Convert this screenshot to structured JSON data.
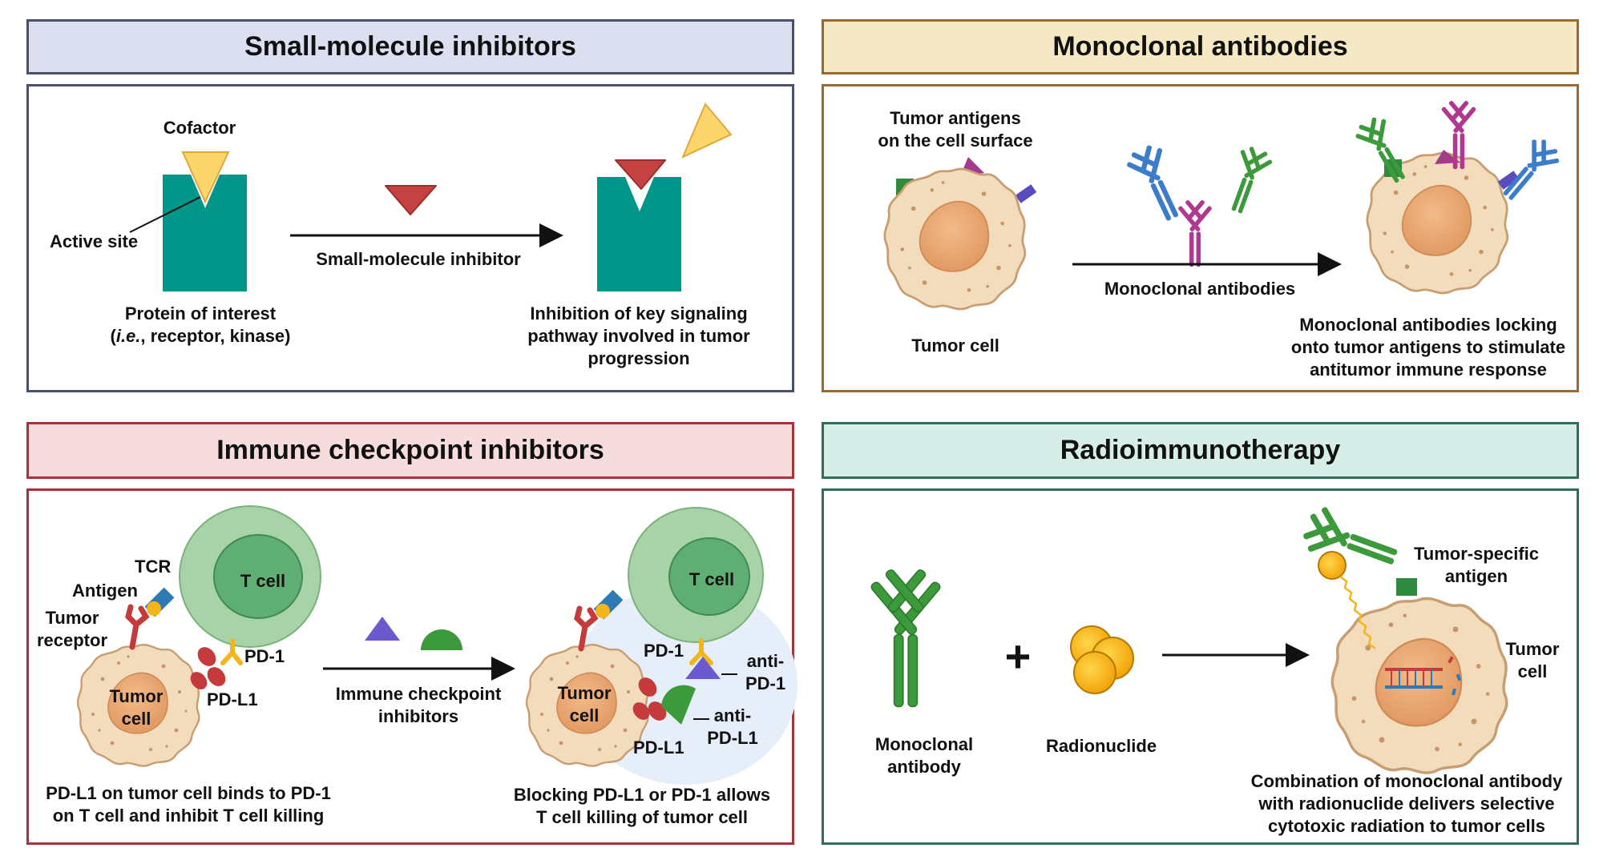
{
  "panels": {
    "small_molecule": {
      "title": "Small-molecule inhibitors",
      "cofactor": "Cofactor",
      "active_site": "Active site",
      "arrow_label": "Small-molecule inhibitor",
      "protein_line1": "Protein of interest",
      "protein_line2_italic": "i.e.",
      "protein_line2_rest": ", receptor, kinase)",
      "protein_line2_open": "(",
      "result_lines": [
        "Inhibition of key signaling",
        "pathway involved in tumor",
        "progression"
      ]
    },
    "monoclonal": {
      "title": "Monoclonal antibodies",
      "antigens_lines": [
        "Tumor antigens",
        "on the cell surface"
      ],
      "tumor_cell": "Tumor cell",
      "arrow_label": "Monoclonal antibodies",
      "result_lines": [
        "Monoclonal antibodies locking",
        "onto tumor antigens to stimulate",
        "antitumor immune response"
      ]
    },
    "checkpoint": {
      "title": "Immune checkpoint inhibitors",
      "tcr": "TCR",
      "antigen": "Antigen",
      "tumor_receptor_lines": [
        "Tumor",
        "receptor"
      ],
      "t_cell": "T cell",
      "tumor_cell_lines": [
        "Tumor",
        "cell"
      ],
      "pd1": "PD-1",
      "pdl1": "PD-L1",
      "arrow_label_lines": [
        "Immune checkpoint",
        "inhibitors"
      ],
      "anti_pd1_lines": [
        "anti-",
        "PD-1"
      ],
      "anti_pdl1_lines": [
        "anti-",
        "PD-L1"
      ],
      "left_caption_lines": [
        "PD-L1 on tumor cell binds to PD-1",
        "on T cell and  inhibit T cell killing"
      ],
      "right_caption_lines": [
        "Blocking PD-L1 or PD-1 allows",
        "T cell killing of tumor cell"
      ]
    },
    "radio": {
      "title": "Radioimmunotherapy",
      "plus": "+",
      "mab_lines": [
        "Monoclonal",
        "antibody"
      ],
      "radionuclide": "Radionuclide",
      "antigen_lines": [
        "Tumor-specific",
        "antigen"
      ],
      "tumor_cell_lines": [
        "Tumor",
        "cell"
      ],
      "result_lines": [
        "Combination of monoclonal antibody",
        "with radionuclide delivers selective",
        "cytotoxic radiation to tumor cells"
      ]
    }
  },
  "colors": {
    "sm_header_bg": "#dcdff0",
    "sm_border": "#4a4f6e",
    "mab_header_bg": "#f5e8c4",
    "mab_border": "#9a6a2c",
    "icp_header_bg": "#f6dcdc",
    "icp_border": "#a83238",
    "rit_header_bg": "#d6ede8",
    "rit_border": "#2f6e58",
    "teal": "#00968a",
    "inhibitor": "#c44242",
    "cofactor": "#fcd66a",
    "ab_green": "#3c9a3c",
    "ab_blue": "#3c7cc8",
    "ab_magenta": "#b0388e",
    "tcell_outer": "#a8d3a8",
    "tcell_inner": "#5fae74",
    "cell_body": "#f3dcbc",
    "nucleus": "#e9a977"
  }
}
